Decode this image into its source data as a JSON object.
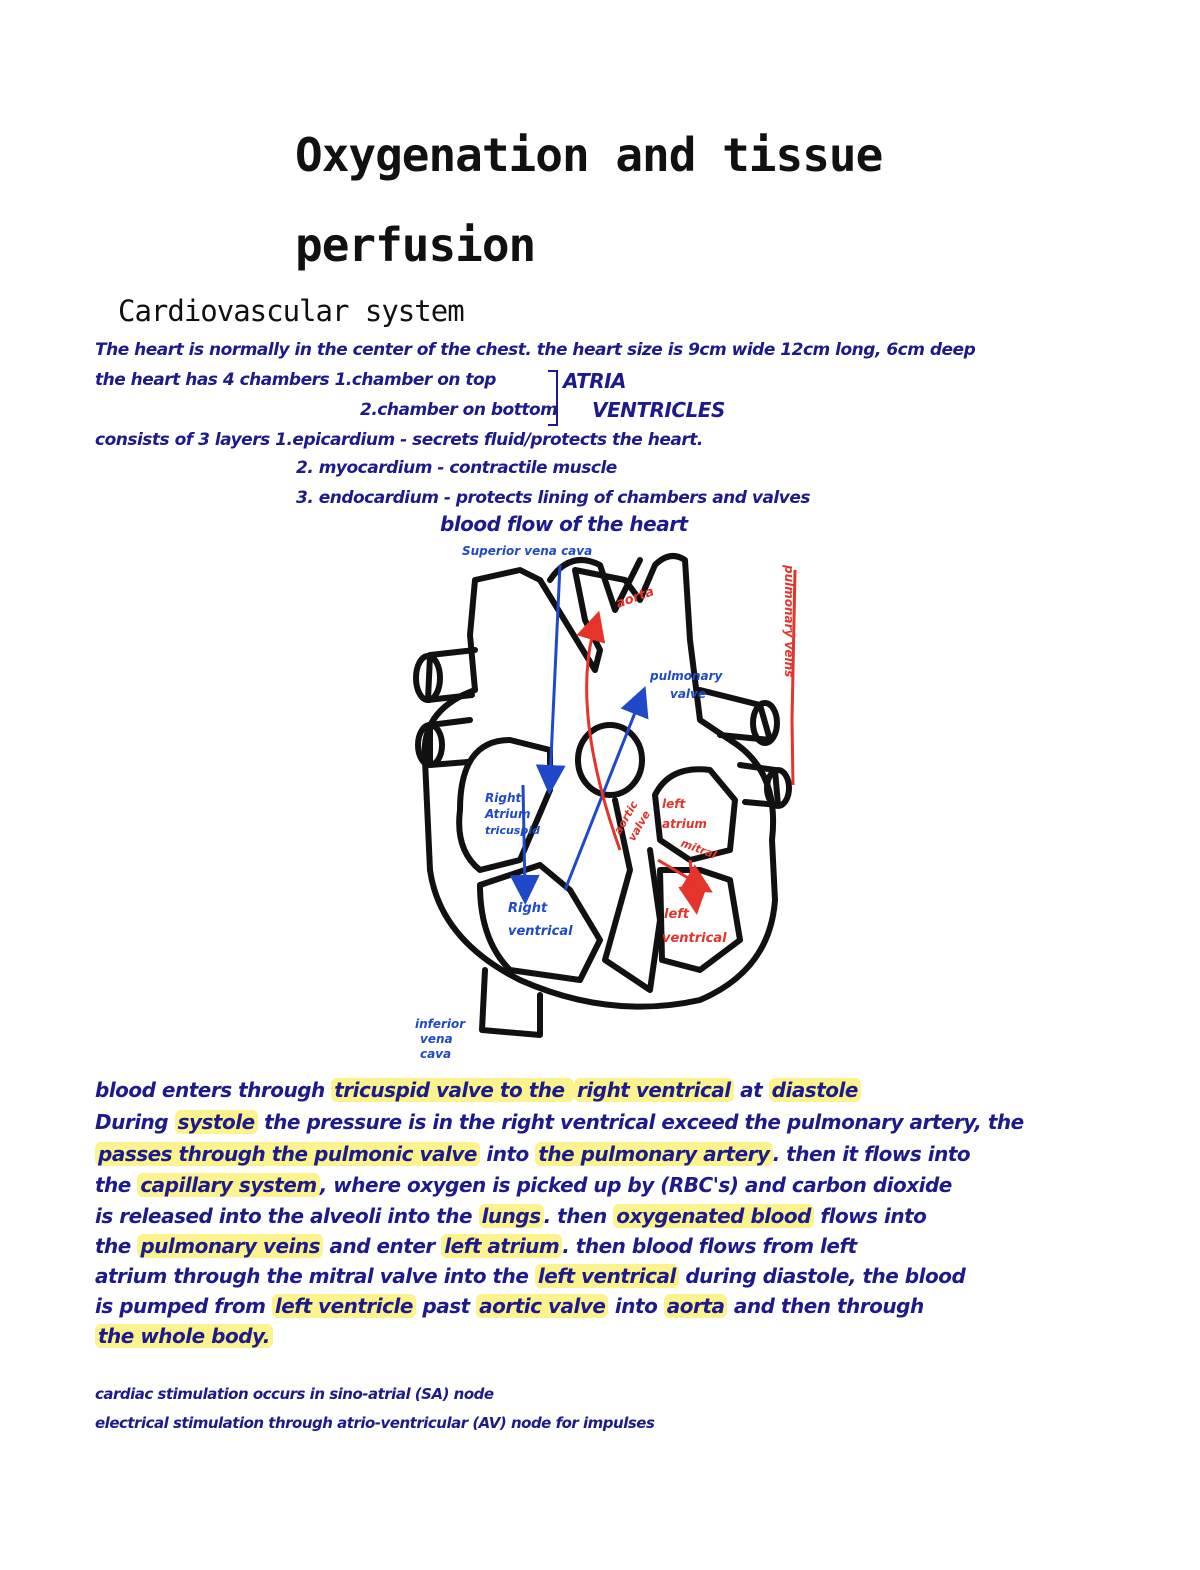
{
  "title": {
    "line1": "Oxygenation and tissue",
    "line2": "perfusion"
  },
  "section_heading": "Cardiovascular system",
  "notes": {
    "line1": "The heart is normally in the center of the chest. the heart size is 9cm wide 12cm long, 6cm deep",
    "line2_lead": "the heart has 4 chambers",
    "chamber_top": "1.chamber on top",
    "atria": "ATRIA",
    "chamber_bottom": "2.chamber on bottom",
    "ventricles": "VENTRICLES",
    "layers_lead": "consists of 3 layers",
    "layer1": "1.epicardium - secrets fluid/protects the heart.",
    "layer2": "2. myocardium - contractile muscle",
    "layer3": "3. endocardium - protects lining of chambers and valves",
    "diagram_caption": "blood flow of the heart"
  },
  "diagram_labels": {
    "superior_vena_cava": "Superior vena cava",
    "aorta": "aorta",
    "pulmonary_veins": "pulmonary veins",
    "pulmonary_valve_1": "pulmonary",
    "pulmonary_valve_2": "valve",
    "right_atrium_1": "Right",
    "right_atrium_2": "Atrium",
    "right_atrium_3": "tricuspid",
    "right_ventricle_1": "Right",
    "right_ventricle_2": "ventrical",
    "aortic_valve_1": "aortic",
    "aortic_valve_2": "valve",
    "left_atrium_1": "left",
    "left_atrium_2": "atrium",
    "left_atrium_3": "mitral",
    "left_ventricle_1": "left",
    "left_ventricle_2": "ventrical",
    "inferior_1": "inferior",
    "inferior_2": "vena",
    "inferior_3": "cava"
  },
  "paragraph": {
    "l1": [
      "blood enters through ",
      "tricuspid valve to the ",
      "right ventrical",
      " at ",
      "diastole",
      ""
    ],
    "l2": [
      "During ",
      "systole",
      " the pressure is in the right ventrical exceed the pulmonary artery, the"
    ],
    "l3": [
      "",
      "passes through the pulmonic valve",
      " into ",
      "the pulmonary artery",
      ". then it flows into"
    ],
    "l4": [
      "the ",
      "capillary system",
      ", where oxygen is picked up by (RBC's) and carbon dioxide"
    ],
    "l5": [
      "is released into the alveoli into the ",
      "lungs",
      ". then ",
      "oxygenated blood",
      " flows into"
    ],
    "l6": [
      "the ",
      "pulmonary veins",
      " and enter ",
      "left atrium",
      ". then blood flows from left"
    ],
    "l7": [
      "atrium through the mitral valve into the ",
      "left ventrical",
      " during diastole, the blood"
    ],
    "l8": [
      "is pumped from ",
      "left ventricle",
      " past ",
      "aortic valve",
      " into ",
      "aorta",
      " and then through"
    ],
    "l9": [
      "",
      "the whole body.",
      ""
    ]
  },
  "footer": {
    "line1": "cardiac stimulation occurs in sino-atrial (SA) node",
    "line2": "electrical stimulation through atrio-ventricular (AV) node for impulses"
  },
  "colors": {
    "ink": "#1d1a8c",
    "red": "#e4342b",
    "blue": "#1f49c8",
    "highlight": "#fbf38d"
  }
}
